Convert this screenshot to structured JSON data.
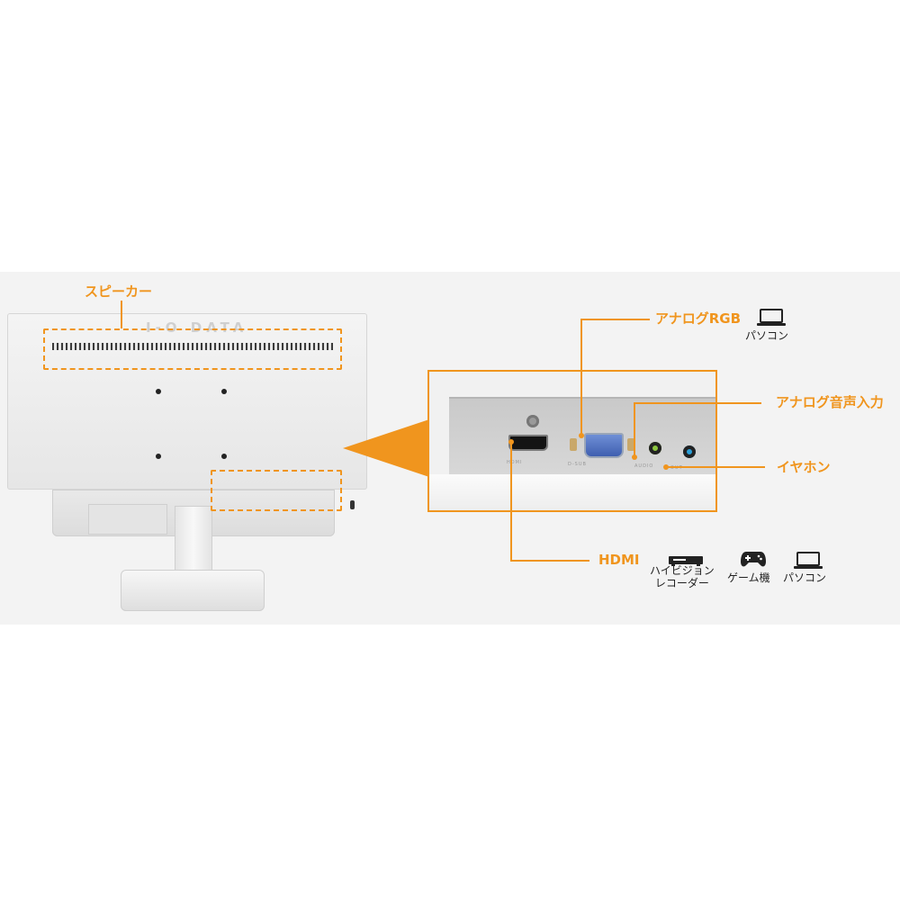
{
  "labels": {
    "speaker": "スピーカー",
    "analog_rgb": "アナログRGB",
    "analog_audio_in": "アナログ音声入力",
    "earphone": "イヤホン",
    "hdmi": "HDMI"
  },
  "devices": {
    "pc": "パソコン",
    "hd_recorder": "ハイビジョン\nレコーダー",
    "game": "ゲーム機"
  },
  "logo": "I-O DATA",
  "icons": [
    "laptop-icon",
    "recorder-icon",
    "gamepad-icon"
  ],
  "colors": {
    "accent": "#f0951e",
    "vga": "#4a6cc4",
    "audio_in": "#8cc63f",
    "earphone": "#2a9fd8"
  }
}
